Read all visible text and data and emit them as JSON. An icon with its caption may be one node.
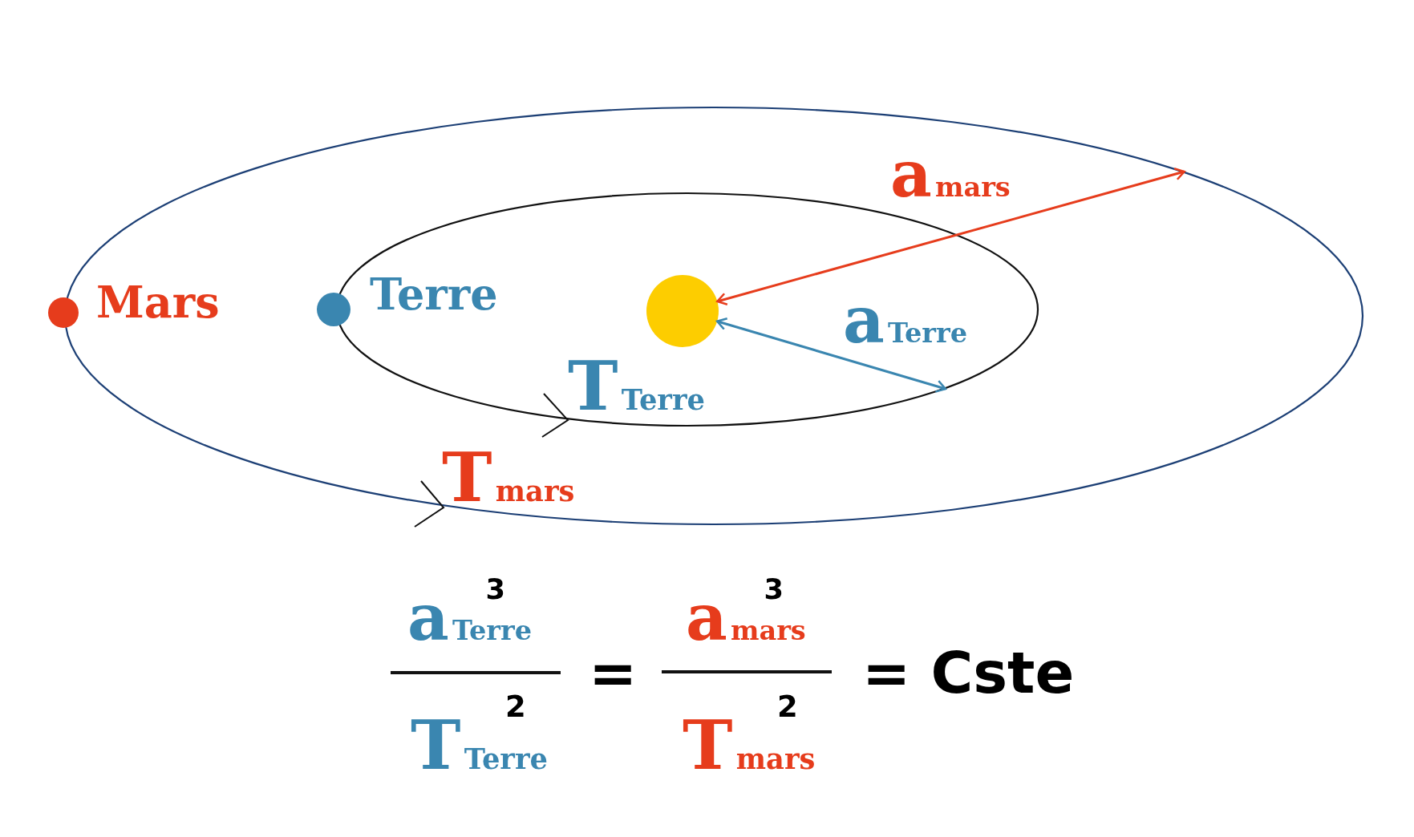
{
  "diagram": {
    "nodes": [
      {
        "text": [],
        "shape": "ellipse"
      },
      {
        "text": [],
        "shape": "ellipse",
        "in": 0
      },
      {
        "text": [],
        "shape": "circle",
        "in": 1
      },
      {
        "text": [],
        "shape": "circle",
        "beside": [
          "Mars"
        ]
      },
      {
        "text": [],
        "shape": "circle",
        "beside": [
          "Terre"
        ],
        "in": 0
      }
    ],
    "edges": [
      {
        "from": 2,
        "to": 0,
        "arrow": "both",
        "label": "a$_{mars}$",
        "color": "#e63c1c"
      },
      {
        "from": 2,
        "to": 1,
        "arrow": "both",
        "label": "a$_{Terre}$",
        "color": "#3a86b0"
      }
    ],
    "labels": [
      "T$_{Terre}$",
      "T$_{mars}$",
      "a$^{3}$$_{Terre}$",
      "T$^{2}$$_{Terre}$",
      "=",
      "a$^{3}$$_{mars}$",
      "T$^{2}$$_{mars}$",
      "= Cste"
    ]
  }
}
